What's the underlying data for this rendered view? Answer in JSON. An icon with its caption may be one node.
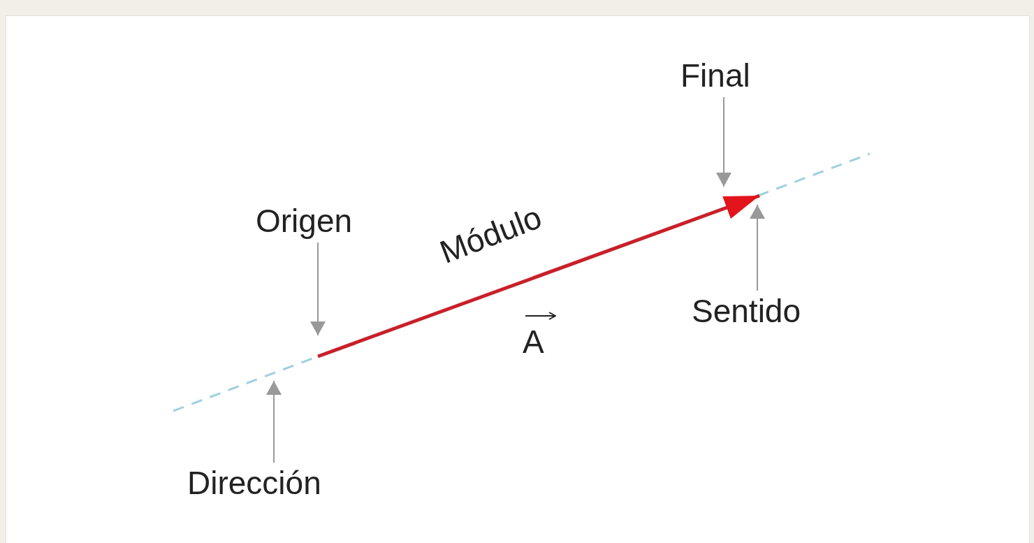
{
  "diagram": {
    "nodes": [
      {
        "text": [
          "Final"
        ]
      },
      {
        "text": [
          "Origen"
        ]
      },
      {
        "text": [
          "Sentido"
        ]
      },
      {
        "text": [
          "Dirección"
        ]
      }
    ],
    "edges": [
      {
        "from": 0,
        "to": null,
        "arrow": "to"
      },
      {
        "from": 1,
        "to": null,
        "arrow": "to"
      },
      {
        "from": 2,
        "to": null,
        "arrow": "to"
      },
      {
        "from": 3,
        "to": null,
        "arrow": "to"
      }
    ],
    "labels": [
      "Módulo",
      "A"
    ]
  }
}
